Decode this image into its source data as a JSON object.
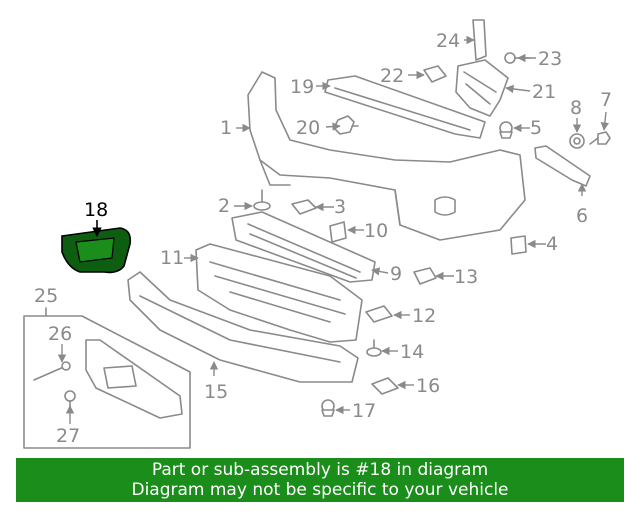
{
  "diagram": {
    "highlighted_part": "18",
    "labels": {
      "p1": "1",
      "p2": "2",
      "p3": "3",
      "p4": "4",
      "p5": "5",
      "p6": "6",
      "p7": "7",
      "p8": "8",
      "p9": "9",
      "p10": "10",
      "p11": "11",
      "p12": "12",
      "p13": "13",
      "p14": "14",
      "p15": "15",
      "p16": "16",
      "p17": "17",
      "p18": "18",
      "p19": "19",
      "p20": "20",
      "p21": "21",
      "p22": "22",
      "p23": "23",
      "p24": "24",
      "p25": "25",
      "p26": "26",
      "p27": "27"
    }
  },
  "banner": {
    "line1": "Part or sub-assembly is #18 in diagram",
    "line2": "Diagram may not be specific to your vehicle"
  },
  "colors": {
    "banner_bg": "#1a8d1a",
    "highlight_fill": "#0e5e12",
    "line_gray": "#8a8a8a"
  }
}
